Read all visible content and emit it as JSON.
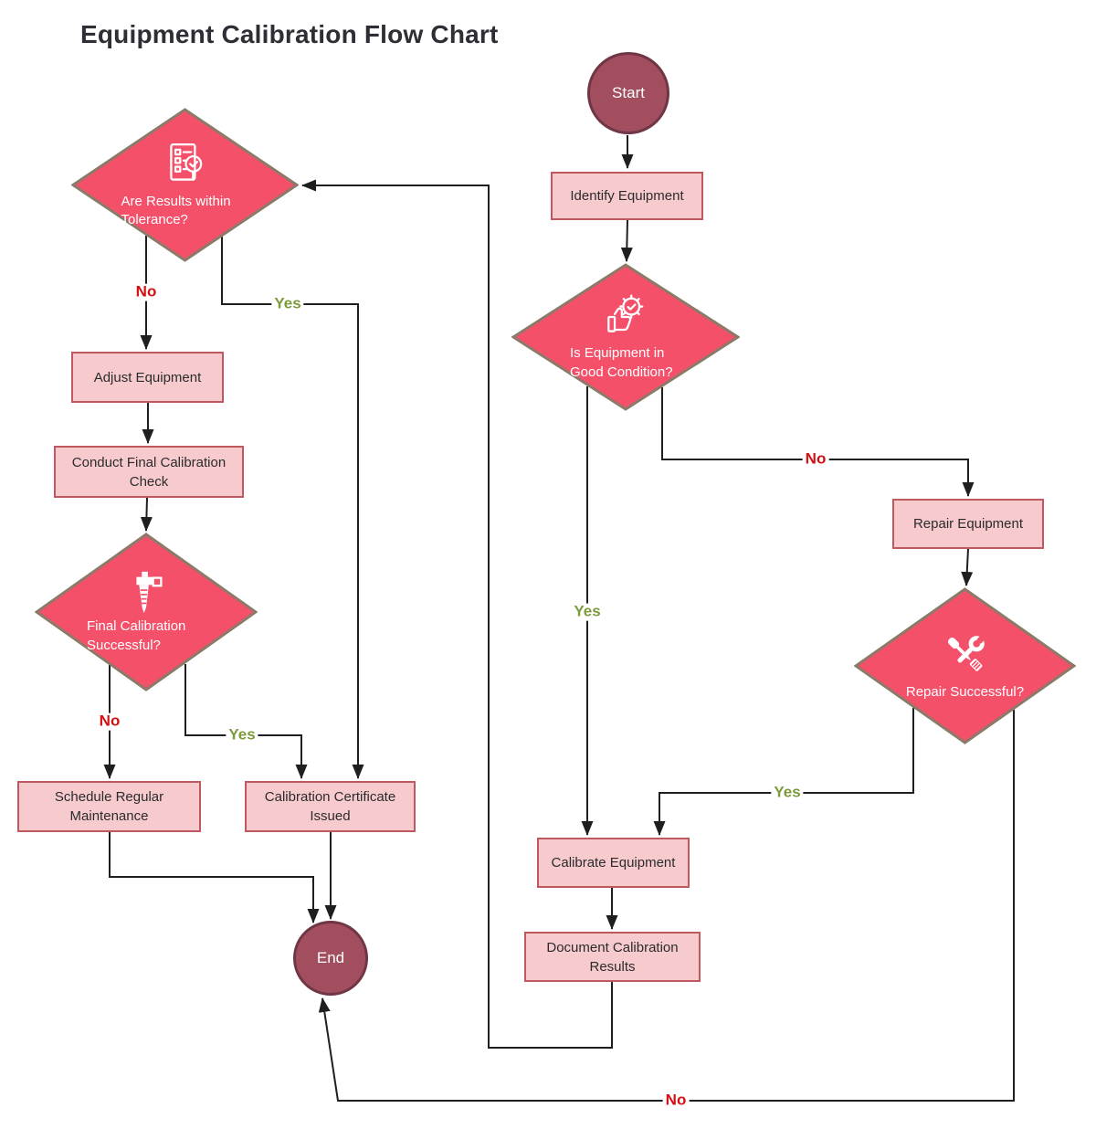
{
  "title": "Equipment Calibration Flow Chart",
  "colors": {
    "diamond-fill": "#F4506A",
    "diamond-border": "#8C7A69",
    "process-fill": "#F7CBCE",
    "process-border": "#C05860",
    "terminator-fill": "#A24E5F",
    "terminator-border": "#6F3645",
    "yes-label": "#7C9B3B",
    "no-label": "#D40E12",
    "line": "#1F1F1F",
    "title-text": "#2E2E36",
    "node-text": "#2B2B2B"
  },
  "nodes": {
    "start": {
      "label": "Start",
      "shape": "terminator"
    },
    "identify": {
      "label": "Identify Equipment",
      "shape": "process"
    },
    "condition": {
      "label": "Is Equipment in Good Condition?",
      "shape": "decision",
      "icon": "thumbs-up-gear-icon"
    },
    "repair": {
      "label": "Repair Equipment",
      "shape": "process"
    },
    "repair_success": {
      "label": "Repair Successful?",
      "shape": "decision",
      "icon": "tools-icon"
    },
    "calibrate": {
      "label": "Calibrate Equipment",
      "shape": "process"
    },
    "document": {
      "label": "Document Calibration Results",
      "shape": "process"
    },
    "tolerance": {
      "label": "Are Results within Tolerance?",
      "shape": "decision",
      "icon": "checklist-magnifier-icon"
    },
    "adjust": {
      "label": "Adjust Equipment",
      "shape": "process"
    },
    "conduct": {
      "label": "Conduct Final Calibration Check",
      "shape": "process"
    },
    "final": {
      "label": "Final Calibration Successful?",
      "shape": "decision",
      "icon": "caliper-icon"
    },
    "schedule": {
      "label": "Schedule Regular Maintenance",
      "shape": "process"
    },
    "certificate": {
      "label": "Calibration Certificate Issued",
      "shape": "process"
    },
    "end": {
      "label": "End",
      "shape": "terminator"
    }
  },
  "edges": [
    {
      "from": "start",
      "to": "identify",
      "label": ""
    },
    {
      "from": "identify",
      "to": "condition",
      "label": ""
    },
    {
      "from": "condition",
      "to": "calibrate",
      "label": "Yes"
    },
    {
      "from": "condition",
      "to": "repair",
      "label": "No"
    },
    {
      "from": "repair",
      "to": "repair_success",
      "label": ""
    },
    {
      "from": "repair_success",
      "to": "calibrate",
      "label": "Yes"
    },
    {
      "from": "repair_success",
      "to": "end",
      "label": "No"
    },
    {
      "from": "calibrate",
      "to": "document",
      "label": ""
    },
    {
      "from": "document",
      "to": "tolerance",
      "label": ""
    },
    {
      "from": "tolerance",
      "to": "adjust",
      "label": "No"
    },
    {
      "from": "tolerance",
      "to": "certificate",
      "label": "Yes"
    },
    {
      "from": "adjust",
      "to": "conduct",
      "label": ""
    },
    {
      "from": "conduct",
      "to": "final",
      "label": ""
    },
    {
      "from": "final",
      "to": "schedule",
      "label": "No"
    },
    {
      "from": "final",
      "to": "certificate",
      "label": "Yes"
    },
    {
      "from": "schedule",
      "to": "end",
      "label": ""
    },
    {
      "from": "certificate",
      "to": "end",
      "label": ""
    }
  ]
}
